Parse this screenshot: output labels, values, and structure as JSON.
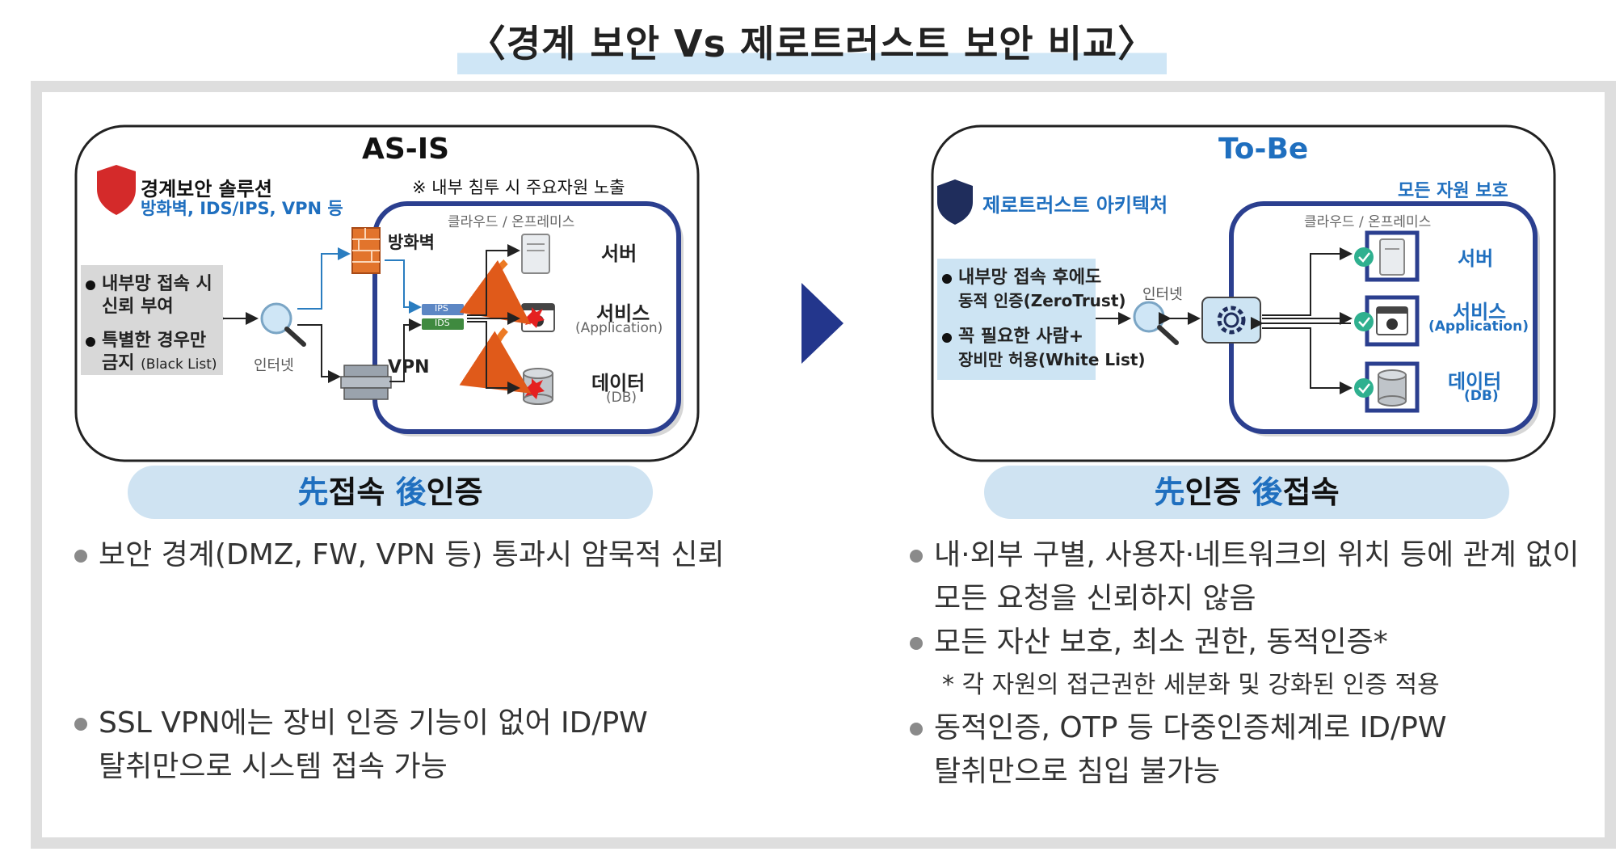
{
  "title": "〈경계 보안 Vs 제로트러스트 보안 비교〉",
  "left": {
    "box_title": "AS-IS",
    "solution_title": "경계보안 솔루션",
    "solution_sub": "방화벽, IDS/IPS, VPN 등",
    "note": "※ 내부 침투 시 주요자원 노출",
    "network_label": "클라우드 / 온프레미스",
    "policy_1a": "내부망 접속 시",
    "policy_1b": "신뢰 부여",
    "policy_2a": "특별한 경우만",
    "policy_2b": "금지",
    "policy_2c": "(Black List)",
    "internet": "인터넷",
    "firewall": "방화벽",
    "vpn": "VPN",
    "ips": "IPS",
    "ids": "IDS",
    "server": "서버",
    "service": "서비스",
    "service_sub": "(Application)",
    "data": "데이터",
    "data_sub": "(DB)",
    "pill_hl1": "先",
    "pill_t1": "접속 ",
    "pill_hl2": "後",
    "pill_t2": "인증",
    "bullet_1": "보안 경계(DMZ, FW, VPN 등) 통과시 암묵적 신뢰",
    "bullet_2a": "SSL VPN에는 장비 인증 기능이 없어 ID/PW",
    "bullet_2b": "탈취만으로 시스템 접속 가능"
  },
  "right": {
    "box_title": "To-Be",
    "arch_title": "제로트러스트 아키텍처",
    "protect": "모든 자원 보호",
    "network_label": "클라우드 / 온프레미스",
    "policy_1a": "내부망 접속 후에도",
    "policy_1b": "동적 인증(ZeroTrust)",
    "policy_2a": "꼭 필요한 사람+",
    "policy_2b": "장비만 허용(White List)",
    "internet": "인터넷",
    "server": "서버",
    "service": "서비스",
    "service_sub": "(Application)",
    "data": "데이터",
    "data_sub": "(DB)",
    "pill_hl1": "先",
    "pill_t1": "인증 ",
    "pill_hl2": "後",
    "pill_t2": "접속",
    "bullet_1a": "내·외부 구별, 사용자·네트워크의 위치 등에 관계 없이",
    "bullet_1b": "모든 요청을 신뢰하지 않음",
    "bullet_2": "모든 자산 보호, 최소 권한, 동적인증*",
    "bullet_2_note": "* 각 자원의 접근권한 세분화 및 강화된 인증 적용",
    "bullet_3a": "동적인증, OTP 등 다중인증체계로 ID/PW",
    "bullet_3b": "탈취만으로 침입 불가능"
  },
  "colors": {
    "accent_blue": "#1f6fbf",
    "navy": "#2b3f8f",
    "pill_bg": "#cfe3f2",
    "shield_red": "#d42a2a",
    "shield_navy": "#1f2d5c"
  }
}
